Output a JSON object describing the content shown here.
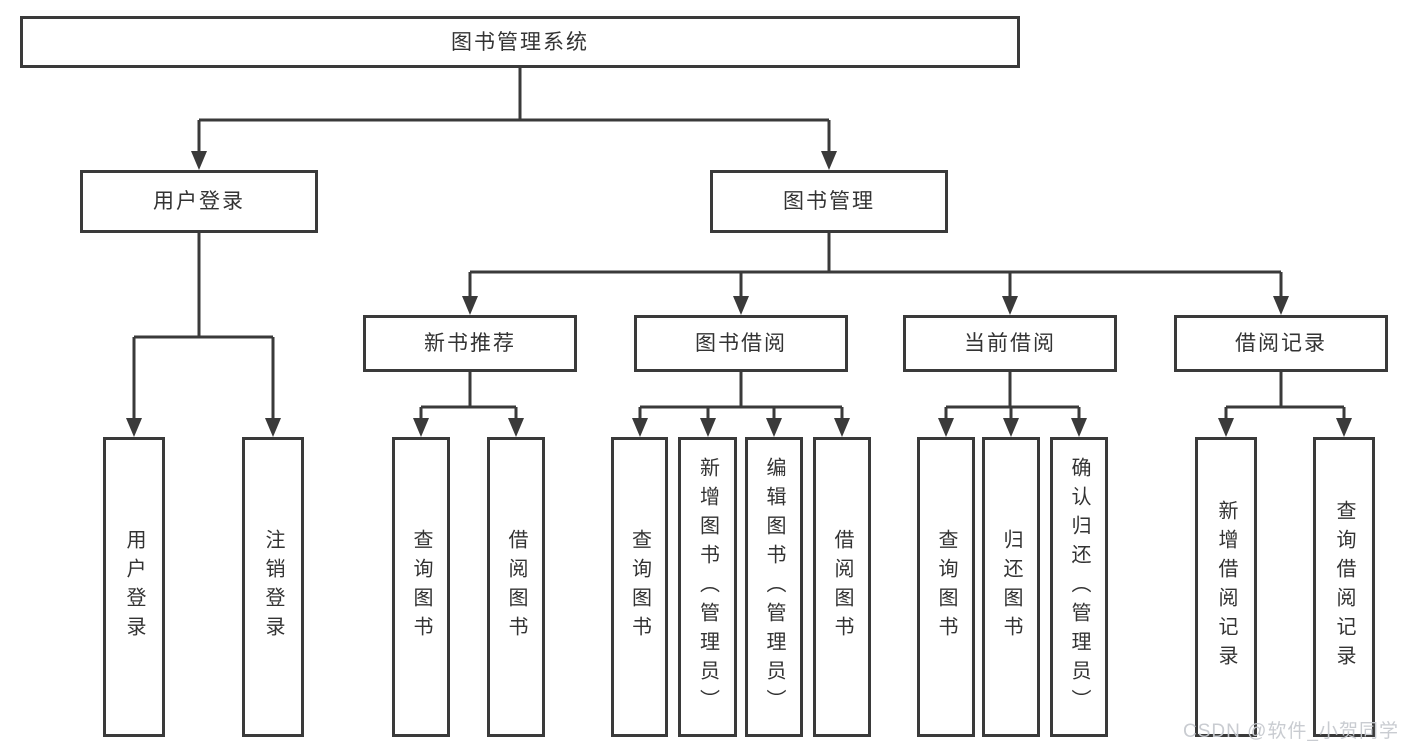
{
  "diagram": {
    "root": {
      "id": "library-management-system",
      "label": "图书管理系统"
    },
    "branches": [
      {
        "id": "user-login",
        "label": "用户登录",
        "children": [
          {
            "id": "user-login-leaf",
            "label": "用户登录"
          },
          {
            "id": "logout",
            "label": "注销登录"
          }
        ]
      },
      {
        "id": "book-management",
        "label": "图书管理",
        "groups": [
          {
            "id": "new-book-recommendation",
            "label": "新书推荐",
            "children": [
              {
                "id": "query-books",
                "label": "查询图书"
              },
              {
                "id": "borrow-books",
                "label": "借阅图书"
              }
            ]
          },
          {
            "id": "book-borrowing",
            "label": "图书借阅",
            "children": [
              {
                "id": "query-books",
                "label": "查询图书"
              },
              {
                "id": "add-books-admin",
                "label": "新增图书（管理员）"
              },
              {
                "id": "edit-books-admin",
                "label": "编辑图书（管理员）"
              },
              {
                "id": "borrow-books",
                "label": "借阅图书"
              }
            ]
          },
          {
            "id": "current-borrowing",
            "label": "当前借阅",
            "children": [
              {
                "id": "query-books",
                "label": "查询图书"
              },
              {
                "id": "return-books",
                "label": "归还图书"
              },
              {
                "id": "confirm-return-admin",
                "label": "确认归还（管理员）"
              }
            ]
          },
          {
            "id": "borrowing-records",
            "label": "借阅记录",
            "children": [
              {
                "id": "add-borrow-record",
                "label": "新增借阅记录"
              },
              {
                "id": "query-borrow-record",
                "label": "查询借阅记录"
              }
            ]
          }
        ]
      }
    ]
  },
  "watermark": {
    "text": "CSDN @软件_小贺同学"
  },
  "colors": {
    "line": "#3a3a3a",
    "border": "#3a3a3a",
    "text": "#333333",
    "background": "#ffffff",
    "watermark": "#c6c9cf"
  }
}
